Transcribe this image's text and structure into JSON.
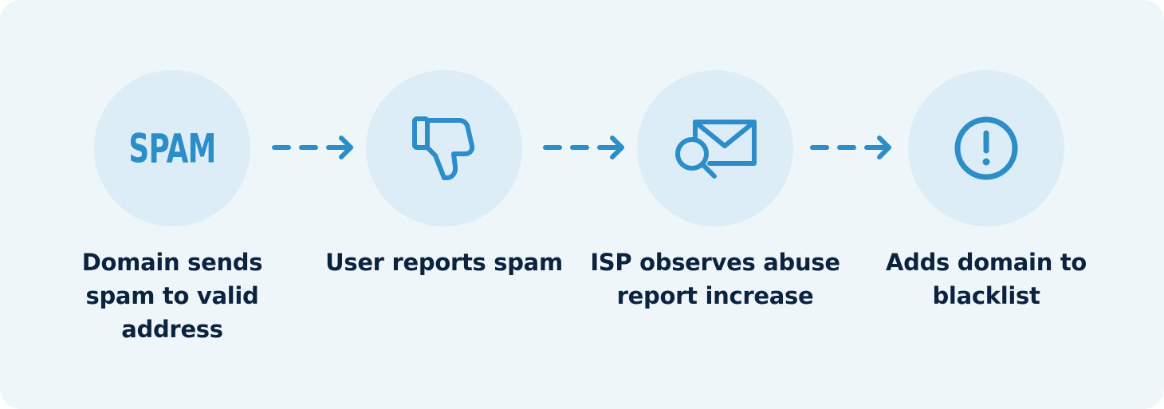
{
  "accent_color": "#2b8ec9",
  "circle_color": "#dcedf7",
  "text_color": "#0c2340",
  "steps": [
    {
      "icon": "spam-text-icon",
      "icon_text": "SPAM",
      "caption": "Domain sends spam to valid address"
    },
    {
      "icon": "thumbs-down-icon",
      "caption": "User reports spam"
    },
    {
      "icon": "mail-search-icon",
      "caption": "ISP observes abuse report increase"
    },
    {
      "icon": "exclamation-circle-icon",
      "caption": "Adds domain to blacklist"
    }
  ],
  "connectors": [
    {
      "icon": "dashed-arrow-right-icon"
    },
    {
      "icon": "dashed-arrow-right-icon"
    },
    {
      "icon": "dashed-arrow-right-icon"
    }
  ]
}
